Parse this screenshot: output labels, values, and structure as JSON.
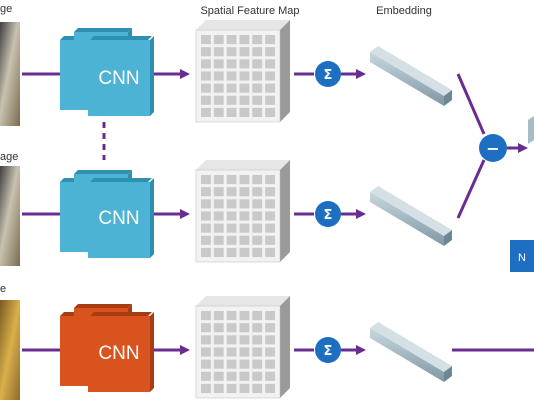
{
  "headers": {
    "feature_map": "Spatial Feature Map",
    "embedding": "Embedding"
  },
  "row_labels": {
    "row1": "ge",
    "row2": "age",
    "row3": "e"
  },
  "cnn": {
    "label": "CNN"
  },
  "ops": {
    "sum": "Σ",
    "minus": "−"
  },
  "blue_box_label": "N",
  "colors": {
    "cnn_blue": "#4db3d5",
    "cnn_blue_dark": "#2f8fb0",
    "cnn_orange": "#d9531e",
    "cnn_orange_dark": "#a83c12",
    "arrow_purple": "#6a2c91",
    "op_circle_blue": "#1e6fc2",
    "grid_light": "#f2f2f2",
    "grid_cell": "#c9c9c9",
    "embedding": "#a8bcc6",
    "blue_box": "#1e6fc2"
  }
}
